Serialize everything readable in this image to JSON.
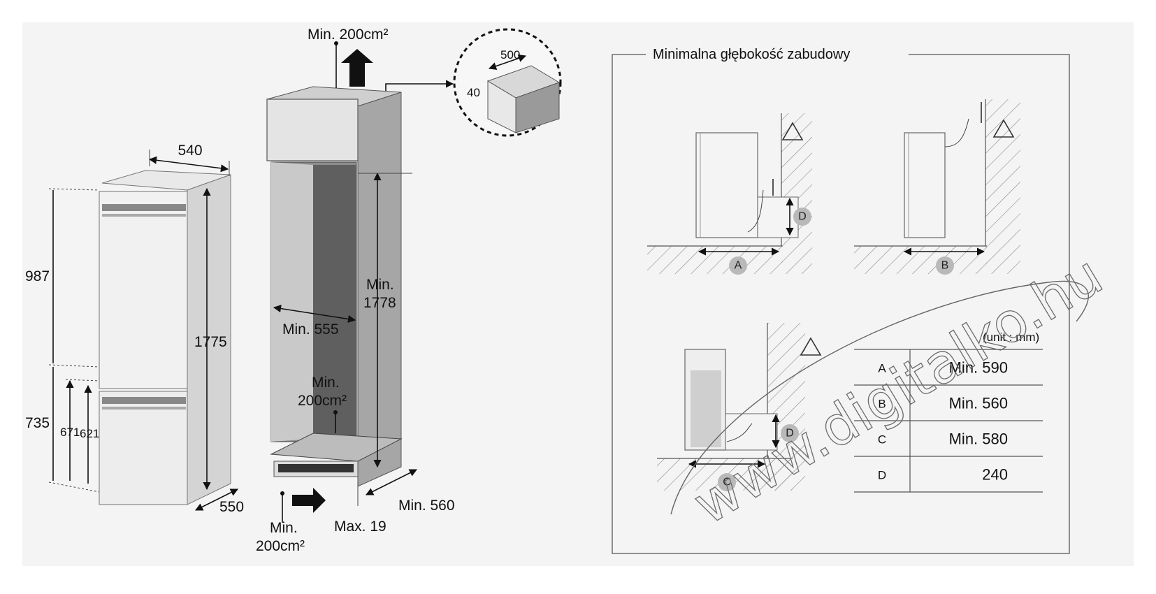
{
  "left_fridge": {
    "width_top": "540",
    "height_upper": "987",
    "height_total": "1775",
    "height_lower": "735",
    "height_671": "671",
    "height_621": "621",
    "depth": "550"
  },
  "cabinet": {
    "top_vent": "Min. 200cm²",
    "top_detail_depth": "500",
    "top_detail_gap": "40",
    "inner_height_label": "Min.",
    "inner_height_value": "1778",
    "inner_width": "Min. 555",
    "back_vent_label": "Min.",
    "back_vent_value": "200cm²",
    "front_vent_label": "Min.",
    "front_vent_value": "200cm²",
    "plinth": "Max. 19",
    "depth": "Min. 560"
  },
  "panel": {
    "title": "Minimalna głębokość zabudowy",
    "unit": "(unit : mm)",
    "diagram_labels": [
      "A",
      "B",
      "C",
      "D"
    ],
    "table": [
      {
        "key": "A",
        "value": "Min. 590"
      },
      {
        "key": "B",
        "value": "Min. 560"
      },
      {
        "key": "C",
        "value": "Min. 580"
      },
      {
        "key": "D",
        "value": "240"
      }
    ]
  },
  "watermark": "www.digitalko.hu",
  "colors": {
    "cabinet_face": "#e1e1e1",
    "cabinet_side": "#9c9c9c",
    "cabinet_back": "#5c5c5c",
    "circle_badge": "#b9b9b9"
  }
}
